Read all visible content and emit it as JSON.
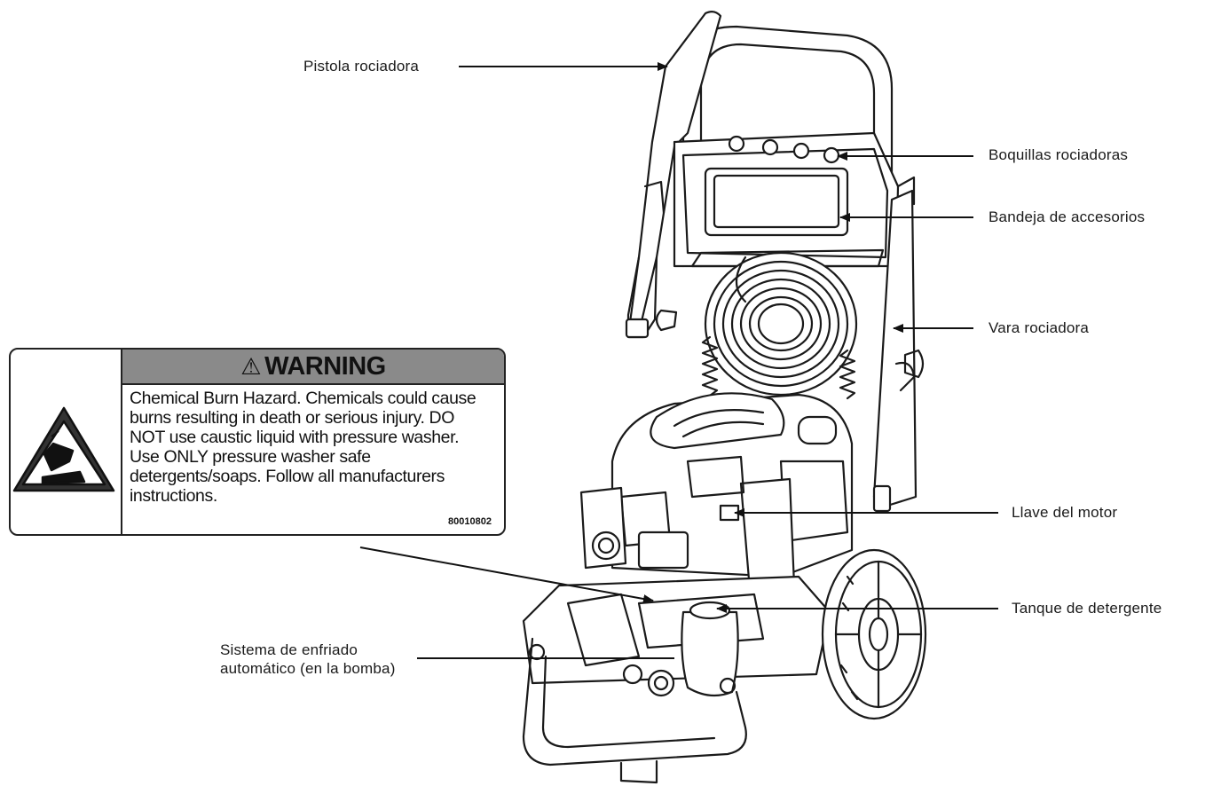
{
  "labels": {
    "pistola": "Pistola rociadora",
    "boquillas": "Boquillas rociadoras",
    "bandeja": "Bandeja de accesorios",
    "vara": "Vara rociadora",
    "llave": "Llave del motor",
    "tanque": "Tanque de detergente",
    "sistema_line1": "Sistema de enfriado",
    "sistema_line2": "automático (en la bomba)"
  },
  "warning": {
    "title": "WARNING",
    "alert_glyph": "⚠",
    "body": "Chemical Burn Hazard. Chemicals could cause burns resulting in death or serious injury. DO NOT use caustic liquid with pressure washer. Use ONLY pressure washer safe detergents/soaps. Follow all manufacturers instructions.",
    "code": "80010802"
  }
}
